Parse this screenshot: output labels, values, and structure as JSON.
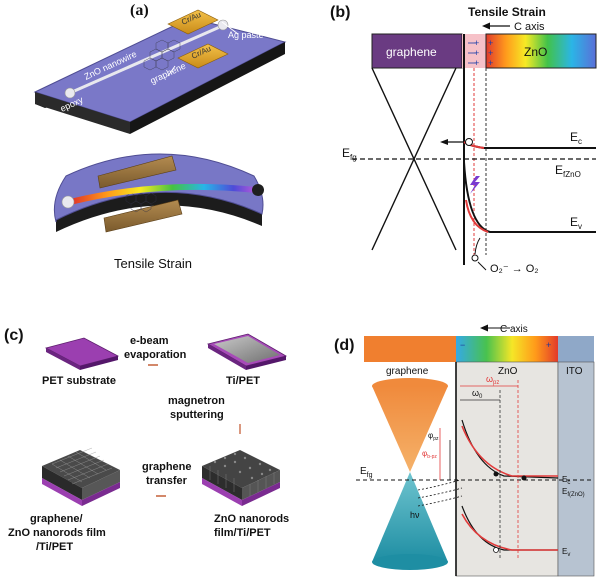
{
  "panel_a": {
    "label": "(a)",
    "contact_top": "Cr/Au",
    "contact_bottom": "Cr/Au",
    "ag_paste": "Ag paste",
    "nanowire": "ZnO nanowire",
    "graphene": "graphene",
    "epoxy": "epoxy",
    "caption": "Tensile Strain"
  },
  "panel_b": {
    "label": "(b)",
    "title": "Tensile Strain",
    "c_axis": "C axis",
    "graphene_block": "graphene",
    "zno_block": "ZnO",
    "ec": "E",
    "ec_sub": "c",
    "ev": "E",
    "ev_sub": "v",
    "efg": "E",
    "efg_sub": "fg",
    "efzno": "E",
    "efzno_sub": "fZnO",
    "o2_reaction": "O₂⁻ → O₂"
  },
  "panel_c": {
    "label": "(c)",
    "pet_substrate": "PET substrate",
    "ebeam": "e-beam",
    "evaporation": "evaporation",
    "ti_pet": "Ti/PET",
    "magnetron": "magnetron",
    "sputtering": "sputtering",
    "graphene_transfer_1": "graphene",
    "graphene_transfer_2": "transfer",
    "final_film_1": "graphene/",
    "final_film_2": "ZnO nanorods film",
    "final_film_3": "/Ti/PET",
    "zno_film_1": "ZnO nanorods",
    "zno_film_2": "film/Ti/PET"
  },
  "panel_d": {
    "label": "(d)",
    "c_axis": "C axis",
    "graphene": "graphene",
    "zno": "ZnO",
    "ito": "ITO",
    "efg": "E",
    "efg_sub": "fg",
    "hv": "hν",
    "omega_pz": "ω",
    "omega_pz_sub": "pz",
    "omega_0": "ω",
    "omega_0_sub": "0",
    "phi_bpz": "φ",
    "phi_bpz_sub": "b-pz",
    "phi_pz": "φ",
    "phi_pz_sub": "pz",
    "ec": "E",
    "ec_sub": "c",
    "ev": "E",
    "ev_sub": "v",
    "efzno": "E",
    "efzno_sub": "f(ZnO)",
    "minus": "−",
    "plus": "+"
  }
}
